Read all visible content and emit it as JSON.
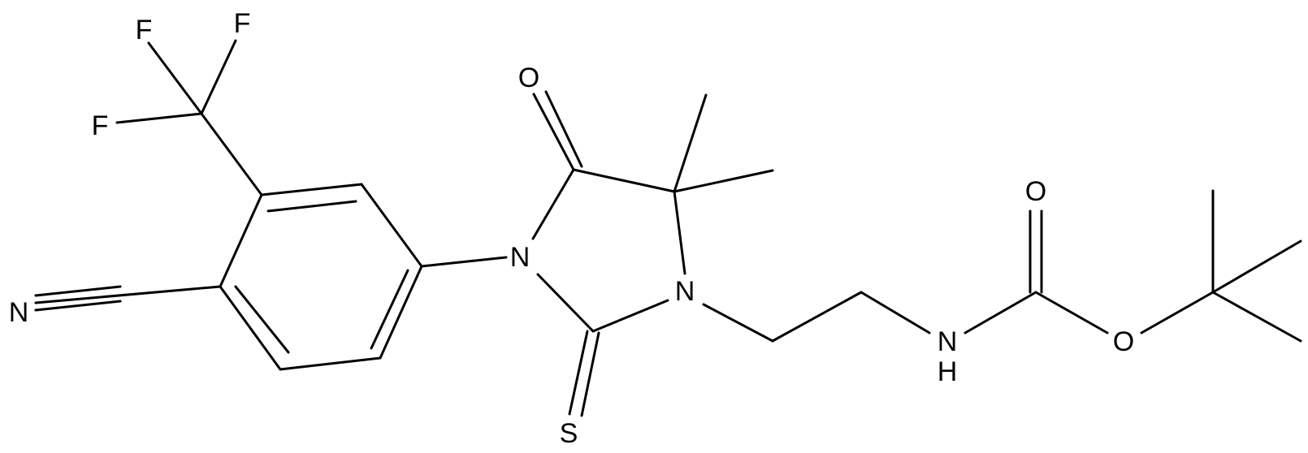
{
  "atoms": {
    "F1": "F",
    "F2": "F",
    "F3": "F",
    "N_nitrile": "N",
    "O_keto": "O",
    "N_ring1": "N",
    "N_ring3": "N",
    "S": "S",
    "O_carbonyl": "O",
    "O_ester": "O",
    "N_amide": "N",
    "H_amide": "H"
  }
}
